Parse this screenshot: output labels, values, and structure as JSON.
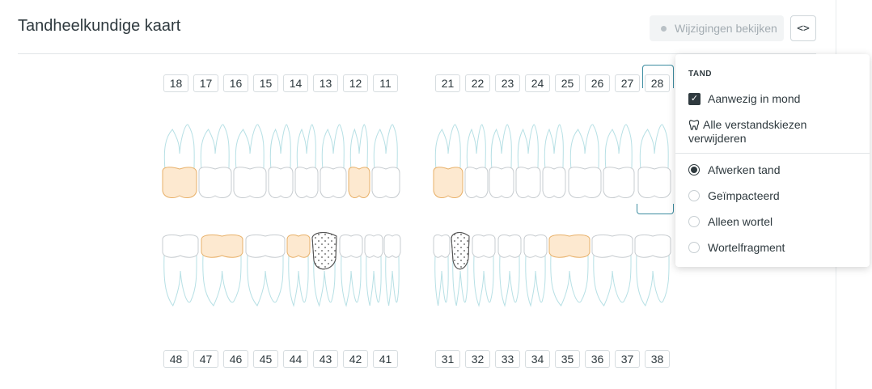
{
  "header": {
    "title": "Tandheelkundige kaart",
    "review_label": "Wijzigingen bekijken",
    "code_label": "<>"
  },
  "upper_right_numbers": [
    "21",
    "22",
    "23",
    "24",
    "25",
    "26",
    "27",
    "28"
  ],
  "upper_left_numbers": [
    "18",
    "17",
    "16",
    "15",
    "14",
    "13",
    "12",
    "11"
  ],
  "lower_left_numbers": [
    "48",
    "47",
    "46",
    "45",
    "44",
    "43",
    "42",
    "41"
  ],
  "lower_right_numbers": [
    "31",
    "32",
    "33",
    "34",
    "35",
    "36",
    "37",
    "38"
  ],
  "colors": {
    "filling": "#fde9d0",
    "filling_stroke": "#e8b16a",
    "root_outline": "#b7e0e5",
    "crown_outline": "#c7ccd0",
    "selection": "#3d8da1"
  },
  "popup": {
    "section_label": "TAND",
    "present_label": "Aanwezig in mond",
    "present_checked": true,
    "wisdom_label": "Alle verstandskiezen verwijderen",
    "options": [
      {
        "label": "Afwerken tand",
        "selected": true
      },
      {
        "label": "Geïmpacteerd",
        "selected": false
      },
      {
        "label": "Alleen wortel",
        "selected": false
      },
      {
        "label": "Wortelfragment",
        "selected": false
      }
    ]
  }
}
